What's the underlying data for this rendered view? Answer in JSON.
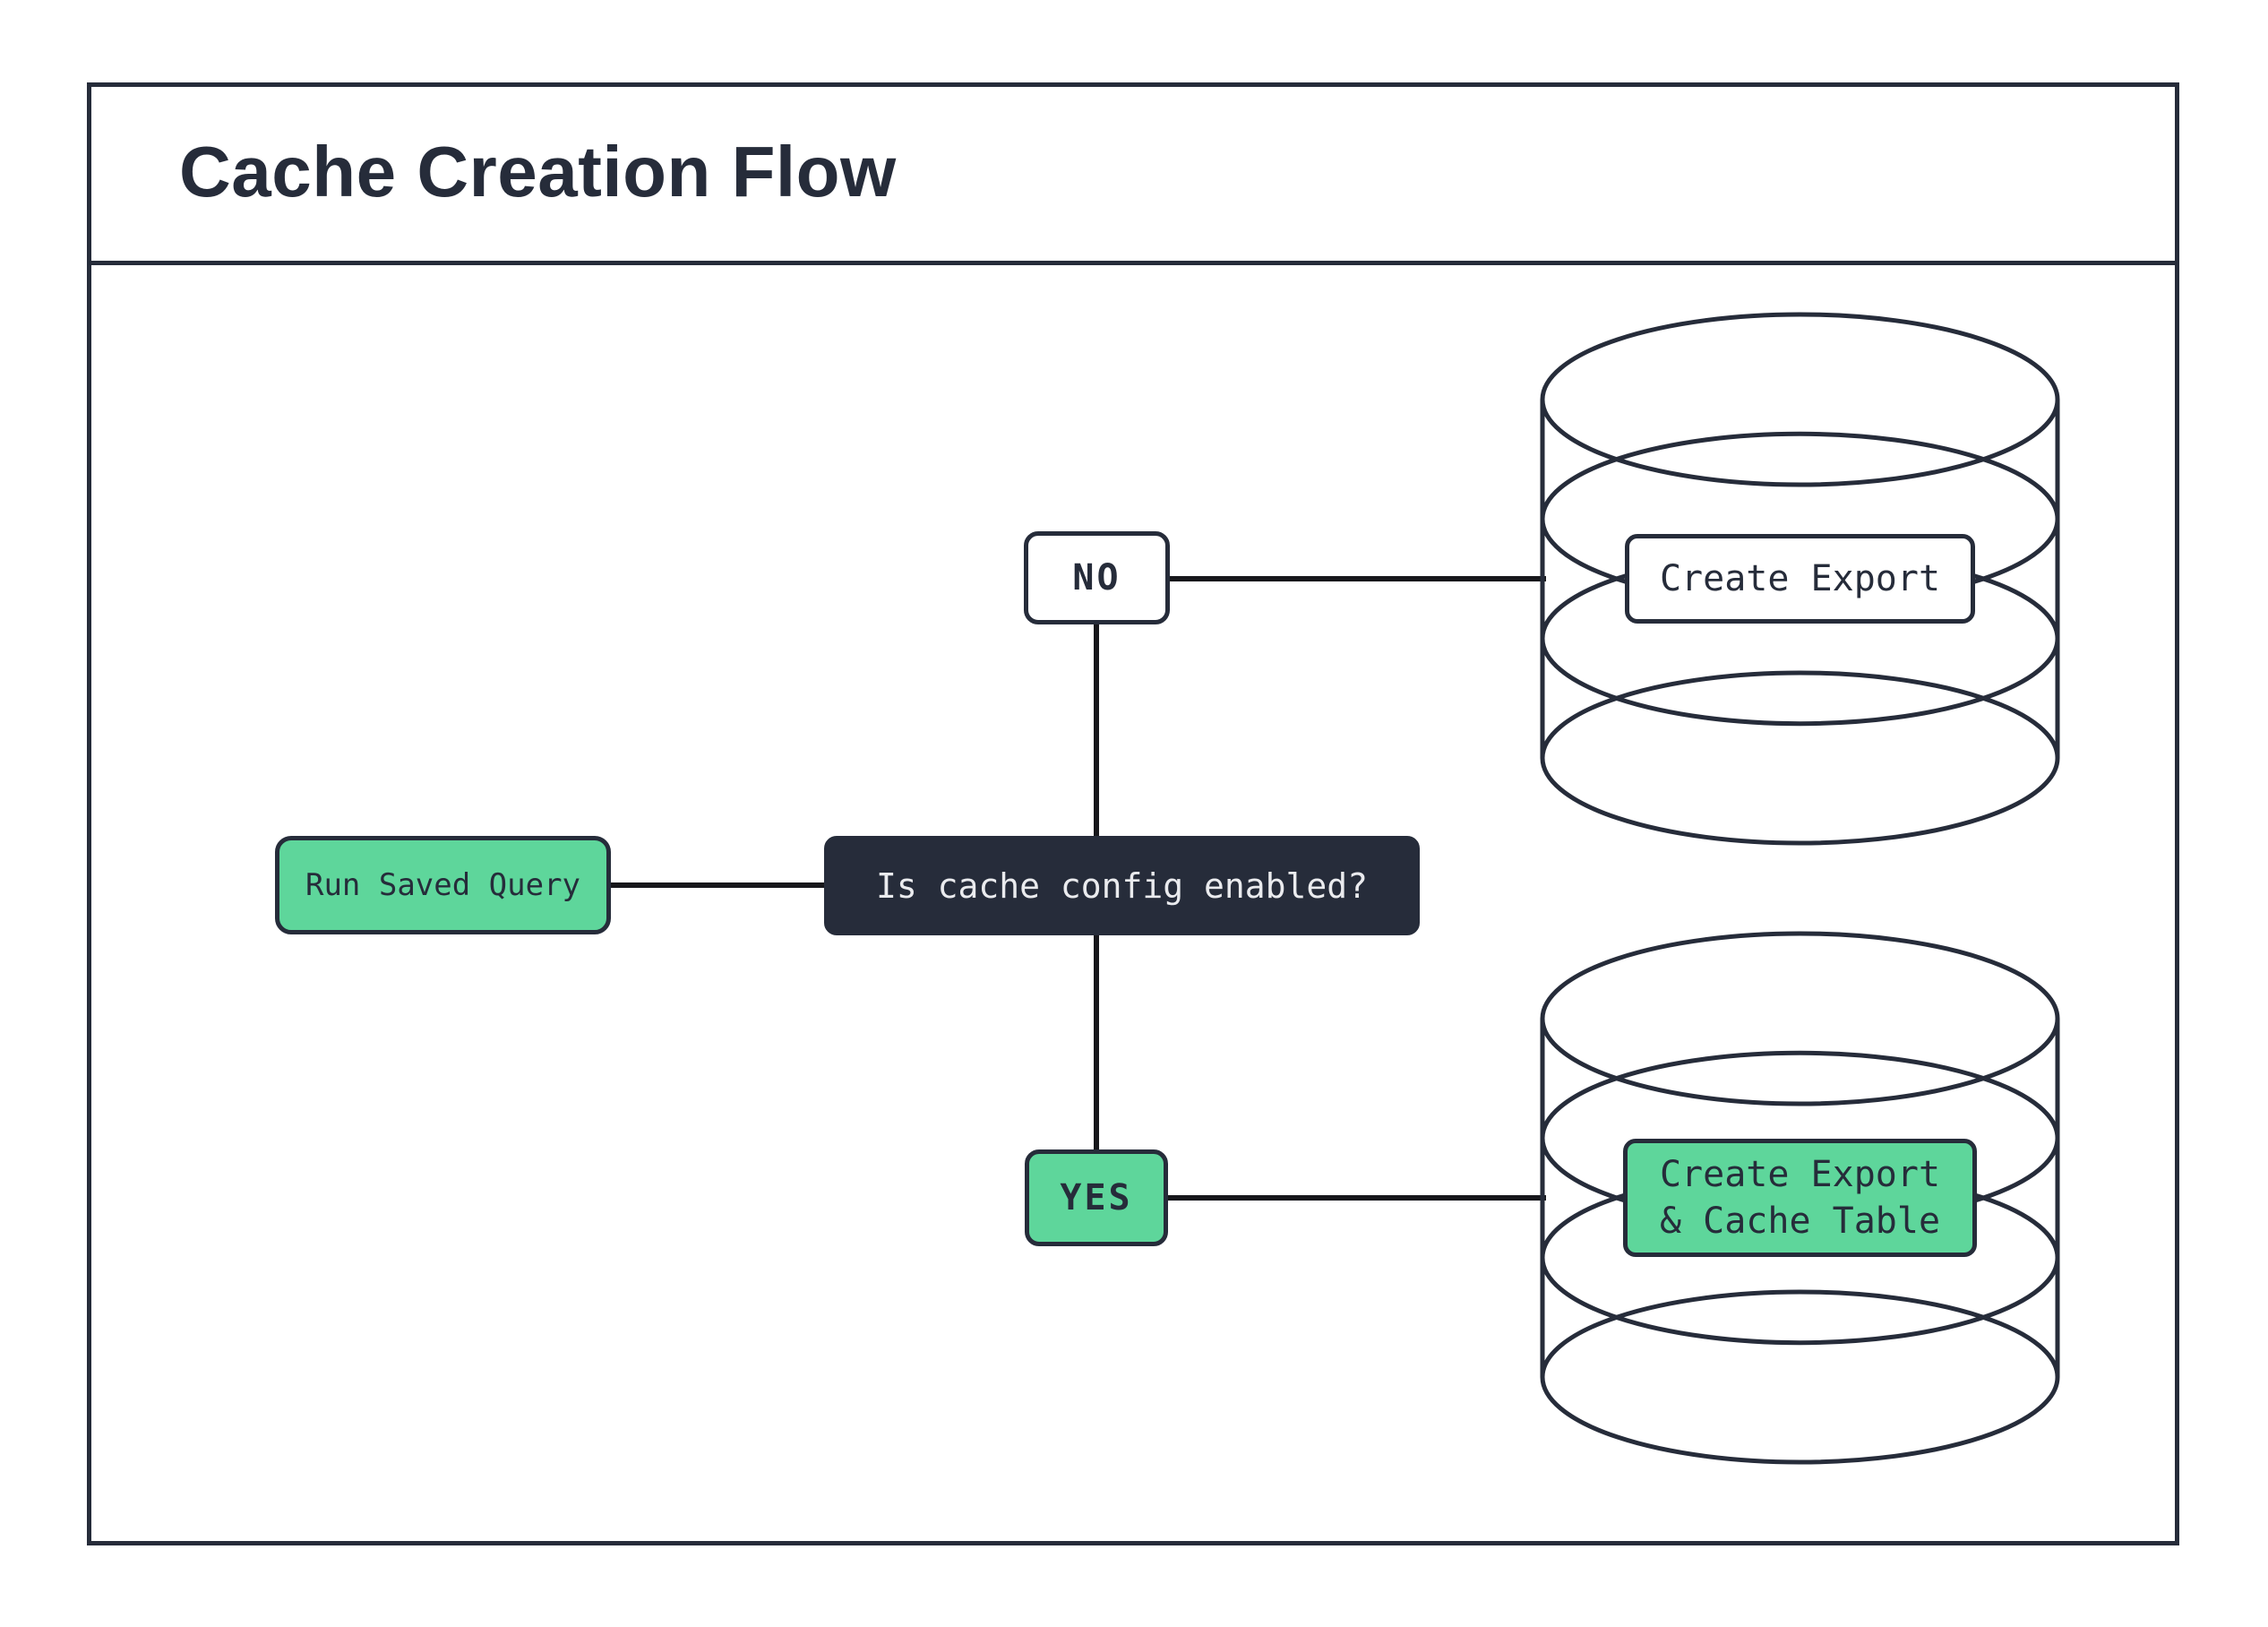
{
  "title": "Cache Creation Flow",
  "colors": {
    "accent_green": "#5ED69B",
    "navy": "#262C3A",
    "connector_black": "#17171B",
    "light_text": "#EAEBEE",
    "background": "#FFFFFF"
  },
  "nodes": {
    "start": {
      "label": "Run Saved Query"
    },
    "decision": {
      "label": "Is cache config enabled?"
    },
    "no": {
      "label": "NO"
    },
    "yes": {
      "label": "YES"
    },
    "db_no": {
      "label": "Create Export"
    },
    "db_yes": {
      "line1": "Create Export",
      "line2": "& Cache Table"
    }
  },
  "edges": [
    {
      "from": "run-saved-query",
      "to": "decision"
    },
    {
      "from": "decision",
      "to": "no"
    },
    {
      "from": "decision",
      "to": "yes"
    },
    {
      "from": "no",
      "to": "create-export-database"
    },
    {
      "from": "yes",
      "to": "create-export-cache-table-database"
    }
  ]
}
